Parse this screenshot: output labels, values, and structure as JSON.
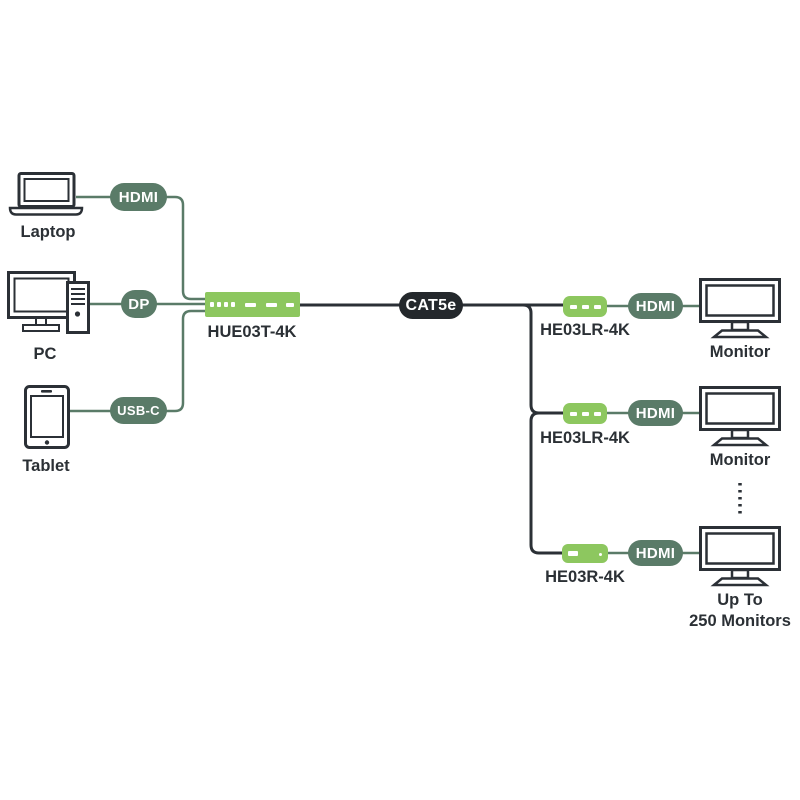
{
  "colors": {
    "device_green": "#8dc75f",
    "pill_sage": "#5a7b68",
    "cat5e_dark": "#24282c",
    "line_dark": "#2b3036",
    "text_dark": "#2b3035"
  },
  "sources": [
    {
      "label": "Laptop",
      "connector": "HDMI"
    },
    {
      "label": "PC",
      "connector": "DP"
    },
    {
      "label": "Tablet",
      "connector": "USB-C"
    }
  ],
  "transmitter": {
    "label": "HUE03T-4K"
  },
  "link": {
    "label": "CAT5e"
  },
  "receivers": [
    {
      "label": "HE03LR-4K",
      "connector": "HDMI",
      "output": "Monitor"
    },
    {
      "label": "HE03LR-4K",
      "connector": "HDMI",
      "output": "Monitor"
    },
    {
      "label": "HE03R-4K",
      "connector": "HDMI",
      "output_line1": "Up To",
      "output_line2": "250 Monitors"
    }
  ]
}
